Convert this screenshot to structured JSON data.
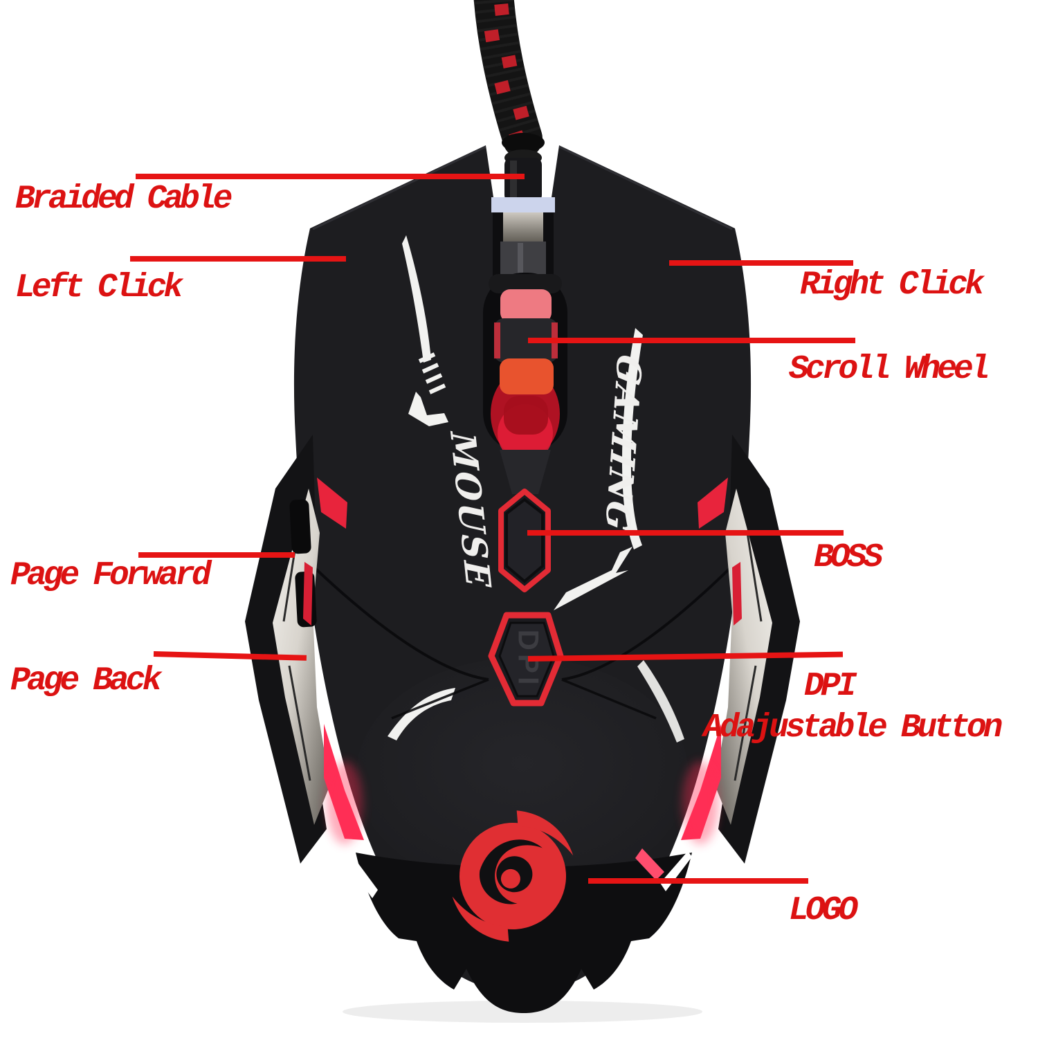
{
  "annotations": {
    "line_color": "#e61414",
    "text_color": "#dc1212",
    "labels": [
      {
        "id": "braided-cable",
        "text": "Braided Cable"
      },
      {
        "id": "left-click",
        "text": "Left Click"
      },
      {
        "id": "right-click",
        "text": "Right Click"
      },
      {
        "id": "scroll-wheel",
        "text": "Scroll Wheel"
      },
      {
        "id": "page-forward",
        "text": "Page Forward"
      },
      {
        "id": "page-back",
        "text": "Page Back"
      },
      {
        "id": "boss",
        "text": "BOSS"
      },
      {
        "id": "dpi",
        "text": "DPI"
      },
      {
        "id": "dpi-sub",
        "text": "Adajustable Button"
      },
      {
        "id": "logo",
        "text": "LOGO"
      }
    ]
  },
  "mouse": {
    "decals": {
      "left_button": "MOUSE",
      "right_button": "GAMING",
      "dpi_button": "DPI"
    },
    "colors": {
      "body": "#1d1d20",
      "slot": "#0c0c0e",
      "wheel_pink": "#ee7a82",
      "wheel_orange": "#e8532e",
      "wheel_glow": "#e51f38",
      "led_red": "#e8243c",
      "led_pink": "#ff2e55",
      "button_outline_red": "#e32b35",
      "logo_red": "#e02f33",
      "cable_red": "#c9202a",
      "blue_band": "#ccd4ec",
      "decal_white": "#f2f2f0"
    }
  }
}
